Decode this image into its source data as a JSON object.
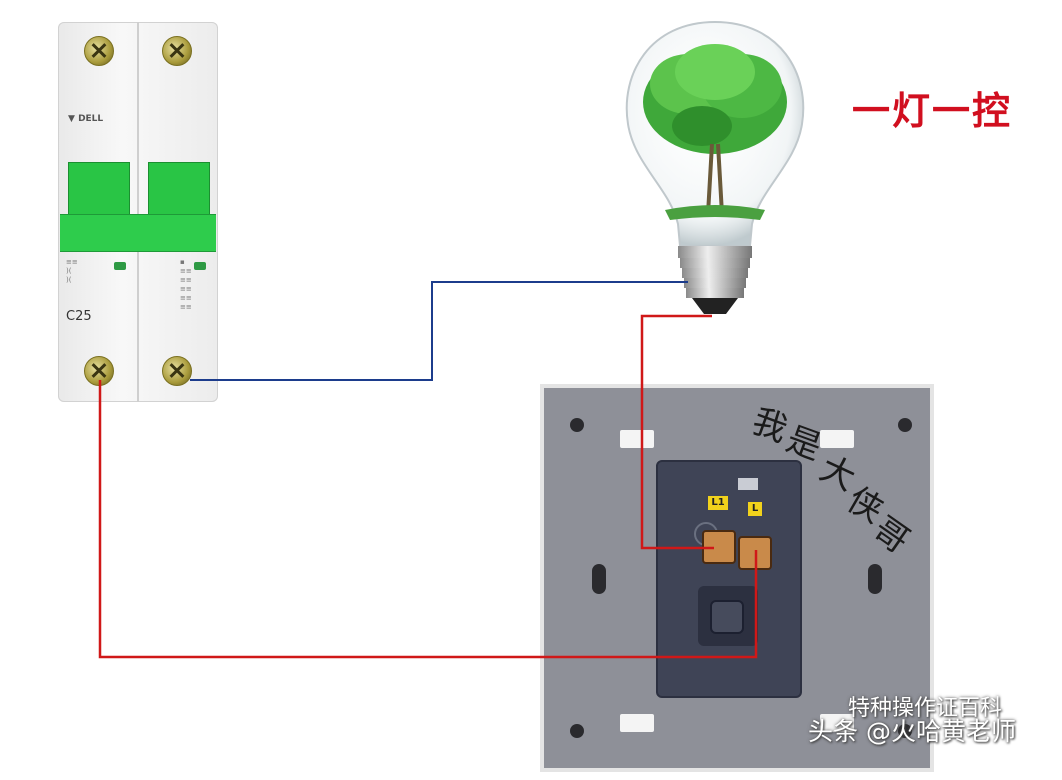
{
  "caption": "一灯一控",
  "breaker": {
    "brand": "DELL",
    "rating": "C25"
  },
  "switch": {
    "terminal_left": "L1",
    "terminal_right": "L"
  },
  "handwriting": [
    "我",
    "是",
    "大",
    "侠",
    "哥"
  ],
  "watermark": {
    "line1": "特种操作证百科",
    "line2": "头条 @火哈黄老师"
  },
  "colors": {
    "live_wire": "#d01818",
    "neutral_wire": "#1c3c8c",
    "breaker_handle": "#2ecc4c",
    "caption": "#d10f1f"
  }
}
